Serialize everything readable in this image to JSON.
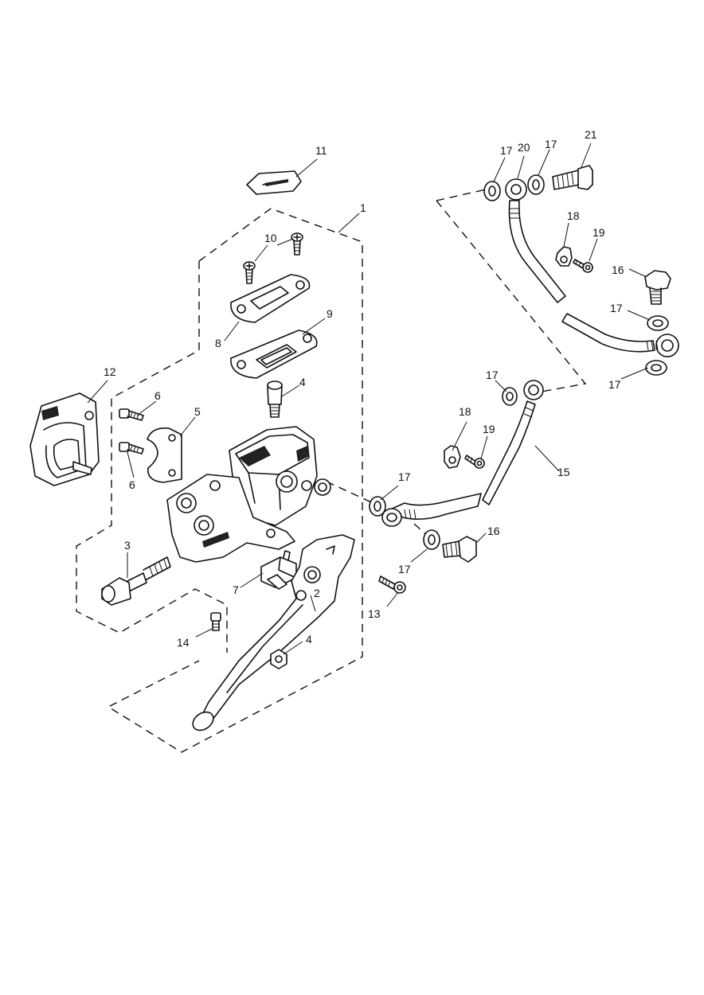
{
  "diagram": {
    "labels": {
      "c1": "1",
      "c2": "2",
      "c3": "3",
      "c4a": "4",
      "c4b": "4",
      "c5": "5",
      "c6a": "6",
      "c6b": "6",
      "c7": "7",
      "c8": "8",
      "c9": "9",
      "c10": "10",
      "c11": "11",
      "c12": "12",
      "c13": "13",
      "c14": "14",
      "c15": "15",
      "c16a": "16",
      "c16b": "16",
      "c17a": "17",
      "c17b": "17",
      "c17c": "17",
      "c17d": "17",
      "c17e": "17",
      "c17f": "17",
      "c17g": "17",
      "c18a": "18",
      "c18b": "18",
      "c19a": "19",
      "c19b": "19",
      "c20": "20",
      "c21": "21"
    }
  }
}
